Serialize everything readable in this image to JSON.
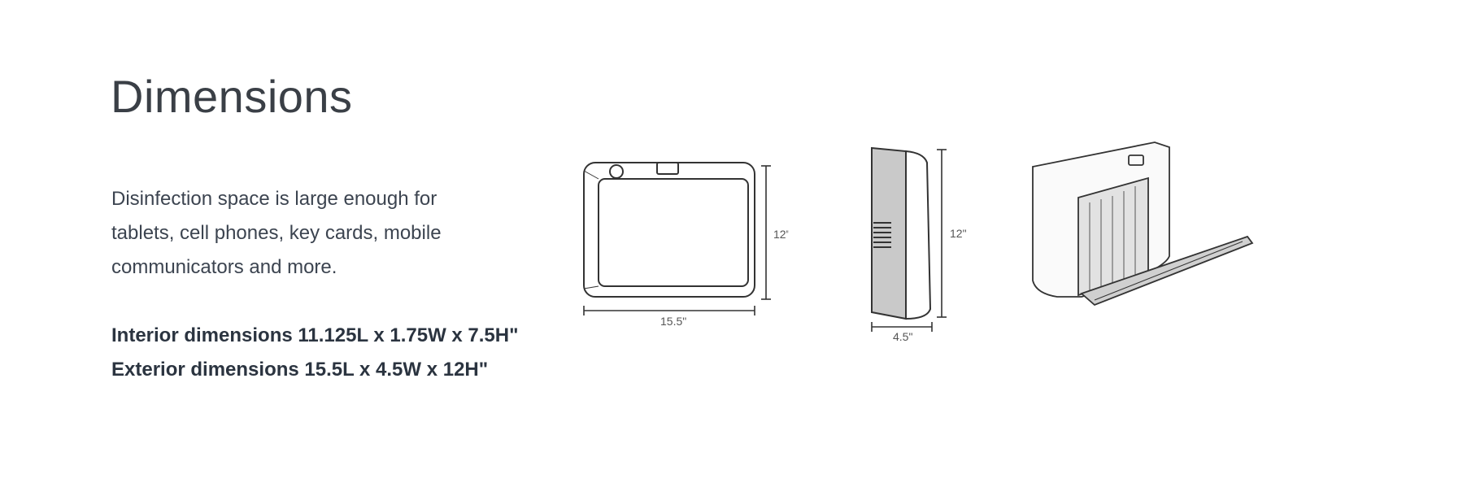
{
  "heading": "Dimensions",
  "description": "Disinfection space is large enough for tablets, cell phones, key cards, mobile communicators and more.",
  "specs": {
    "interior": "Interior dimensions 11.125L x 1.75W x 7.5H\"",
    "exterior": "Exterior dimensions 15.5L x 4.5W x 12H\""
  },
  "figures": {
    "front": {
      "width_label": "15.5\"",
      "height_label": "12\""
    },
    "side": {
      "depth_label": "4.5\"",
      "height_label": "12\""
    }
  }
}
